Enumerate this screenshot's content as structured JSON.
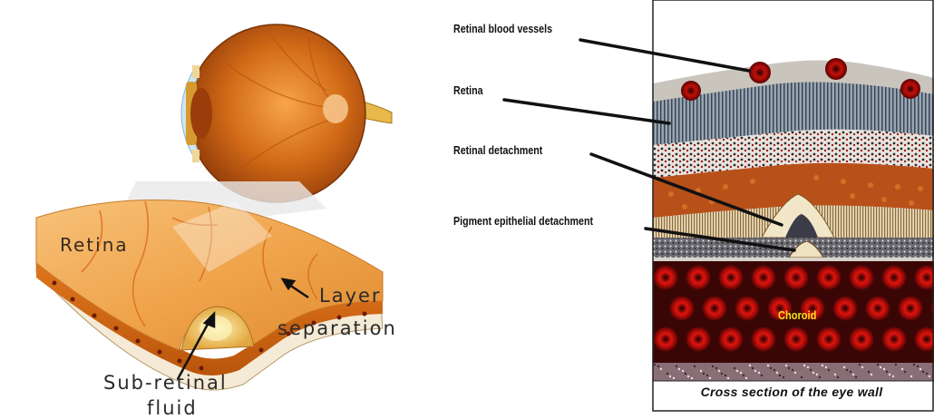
{
  "left_panel": {
    "retina_label": "Retina",
    "layer_separation_line1": "Layer",
    "layer_separation_line2": "separation",
    "sub_retinal_line1": "Sub-retinal",
    "sub_retinal_line2": "fluid"
  },
  "right_panel": {
    "labels": [
      "Retinal blood vessels",
      "Retina",
      "Retinal detachment",
      "Pigment epithelial detachment"
    ],
    "choroid_label": "Choroid",
    "caption": "Cross section of the eye wall"
  },
  "colors": {
    "retina_orange": "#d9761c",
    "choroid_red": "#b0100c",
    "choroid_dark": "#3a0605",
    "label_text": "#111111",
    "choroid_text": "#f3e21c"
  }
}
